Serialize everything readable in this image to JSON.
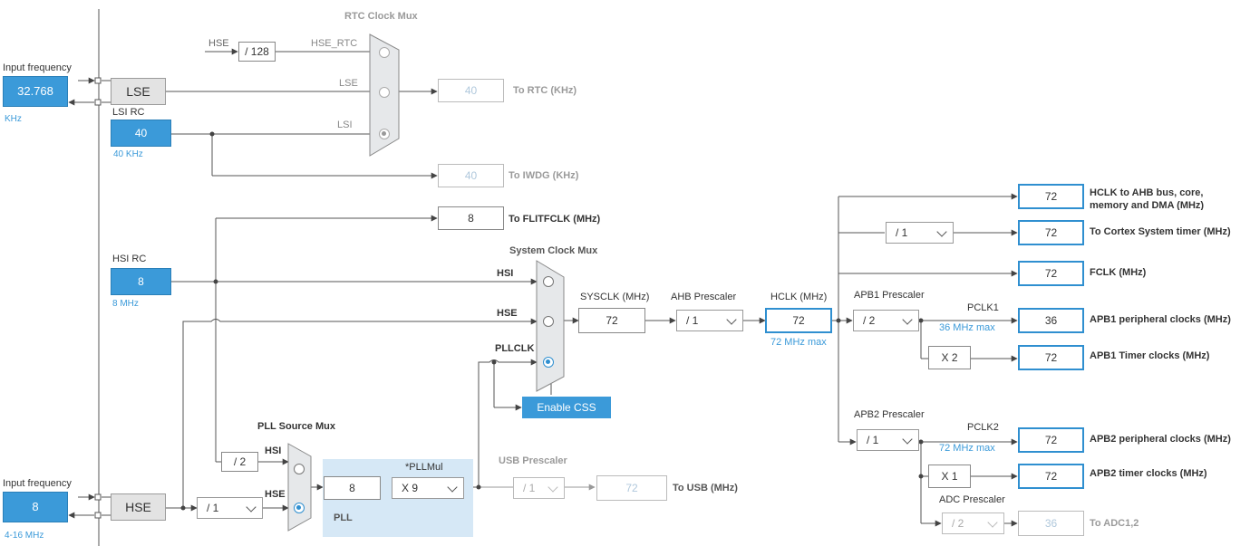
{
  "left_panel": {
    "lse_input_label": "Input frequency",
    "lse_input_value": "32.768",
    "lse_input_unit": "KHz",
    "hse_input_label": "Input frequency",
    "hse_input_value": "8",
    "hse_input_range": "4-16 MHz"
  },
  "sources": {
    "lse": "LSE",
    "hse": "HSE",
    "lsi_rc_label": "LSI RC",
    "lsi_value": "40",
    "lsi_freq": "40 KHz",
    "hsi_rc_label": "HSI RC",
    "hsi_value": "8",
    "hsi_freq": "8 MHz"
  },
  "rtc": {
    "title": "RTC Clock Mux",
    "hse_in": "HSE",
    "div": "/ 128",
    "hse_rtc": "HSE_RTC",
    "lse": "LSE",
    "lsi": "LSI",
    "rtc_value": "40",
    "rtc_label": "To RTC (KHz)",
    "iwdg_value": "40",
    "iwdg_label": "To IWDG (KHz)"
  },
  "flitf": {
    "value": "8",
    "label": "To FLITFCLK (MHz)"
  },
  "sysclk_mux": {
    "title": "System Clock Mux",
    "hsi": "HSI",
    "hse": "HSE",
    "pllclk": "PLLCLK",
    "enable_css": "Enable CSS"
  },
  "sysclk": {
    "label": "SYSCLK (MHz)",
    "value": "72"
  },
  "ahb": {
    "label": "AHB Prescaler",
    "value": "/ 1"
  },
  "hclk": {
    "label": "HCLK (MHz)",
    "value": "72",
    "max": "72 MHz max"
  },
  "pll_mux": {
    "title": "PLL Source Mux",
    "hsi": "HSI",
    "hse": "HSE",
    "div2": "/ 2"
  },
  "hse_prediv": "/ 1",
  "pll": {
    "value": "8",
    "mul_label": "*PLLMul",
    "mul": "X 9",
    "label": "PLL"
  },
  "usb": {
    "title": "USB Prescaler",
    "div": "/ 1",
    "value": "72",
    "label": "To USB (MHz)"
  },
  "outputs": {
    "ahb_value": "72",
    "ahb_label": "HCLK to AHB bus, core, memory and DMA (MHz)",
    "cortex_div": "/ 1",
    "cortex_value": "72",
    "cortex_label": "To Cortex System timer (MHz)",
    "fclk_value": "72",
    "fclk_label": "FCLK (MHz)"
  },
  "apb1": {
    "title": "APB1 Prescaler",
    "div": "/ 2",
    "pclk": "PCLK1",
    "max": "36 MHz max",
    "periph_value": "36",
    "periph_label": "APB1 peripheral clocks (MHz)",
    "timer_mul": "X 2",
    "timer_value": "72",
    "timer_label": "APB1 Timer clocks (MHz)"
  },
  "apb2": {
    "title": "APB2 Prescaler",
    "div": "/ 1",
    "pclk": "PCLK2",
    "max": "72 MHz max",
    "periph_value": "72",
    "periph_label": "APB2 peripheral clocks (MHz)",
    "timer_mul": "X 1",
    "timer_value": "72",
    "timer_label": "APB2 timer clocks (MHz)"
  },
  "adc": {
    "title": "ADC Prescaler",
    "div": "/ 2",
    "value": "36",
    "label": "To ADC1,2"
  }
}
